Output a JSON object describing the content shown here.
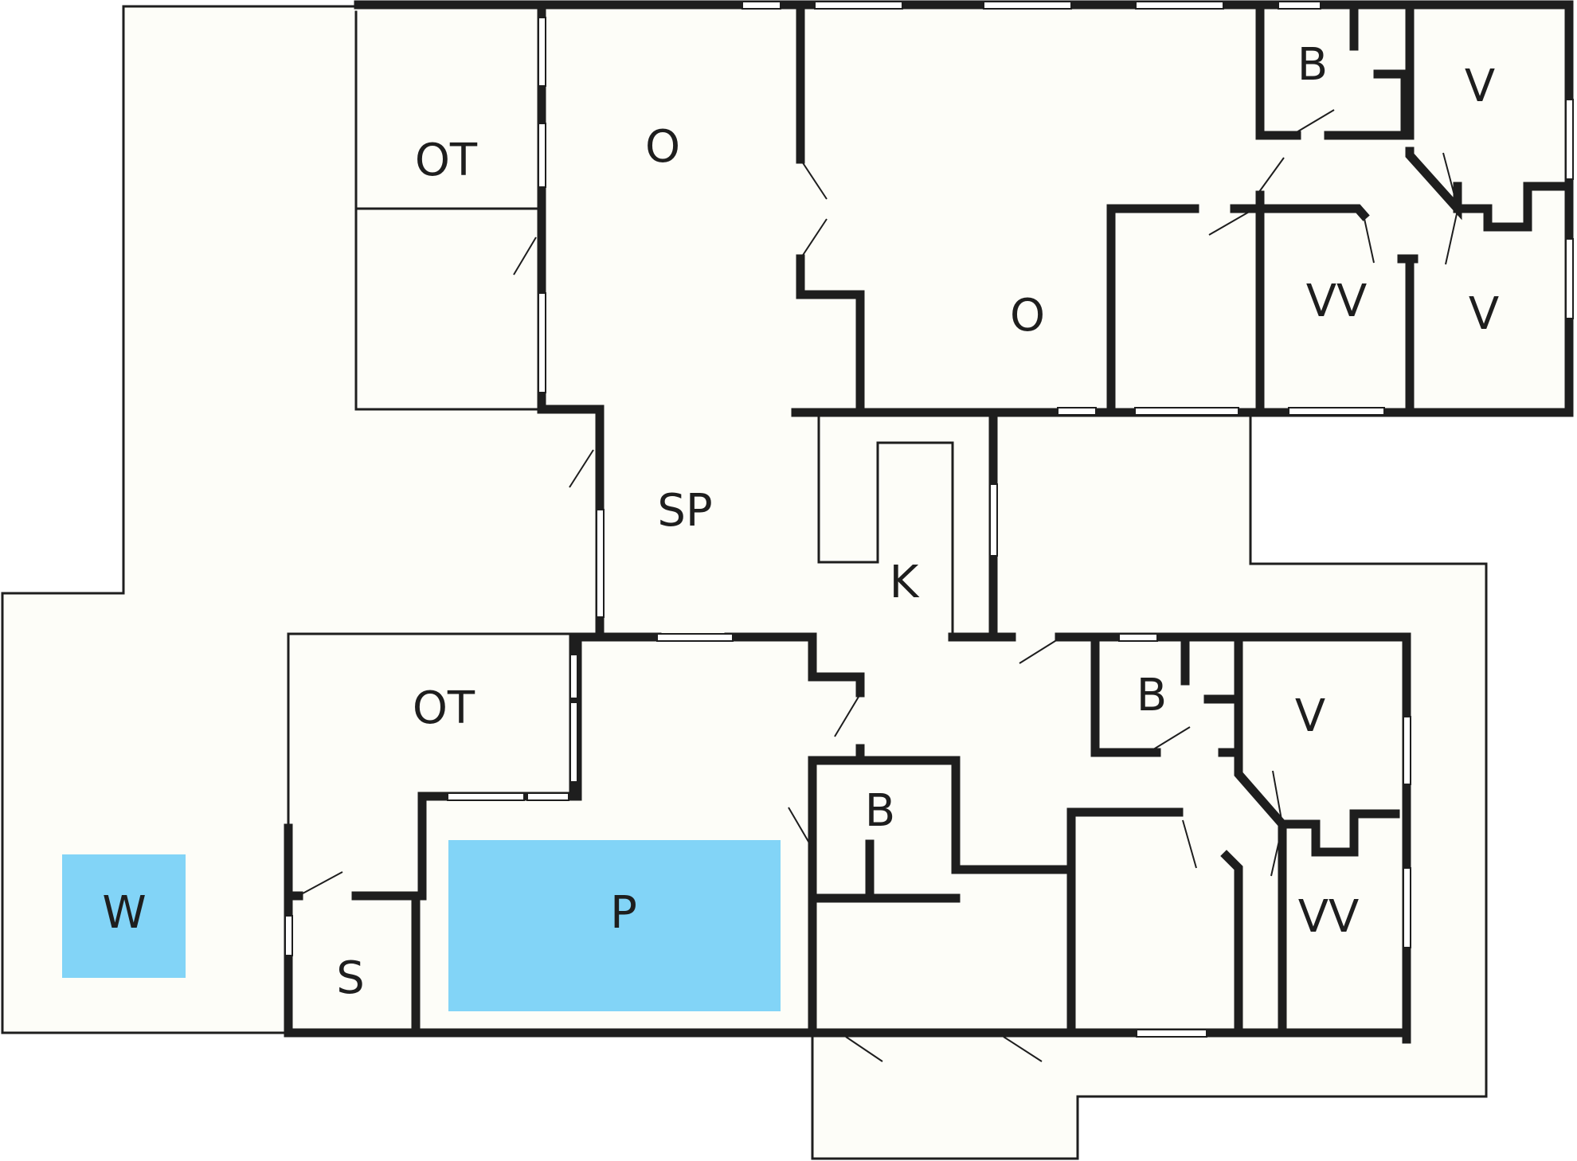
{
  "floorplan": {
    "background_color": "#fdfdf8",
    "wall_color": "#1e1e1e",
    "water_color": "#82d4f7",
    "rooms": [
      {
        "id": "ot_top",
        "label": "OT"
      },
      {
        "id": "o_left",
        "label": "O"
      },
      {
        "id": "o_right",
        "label": "O"
      },
      {
        "id": "b_top",
        "label": "B"
      },
      {
        "id": "v_top1",
        "label": "V"
      },
      {
        "id": "vv_top",
        "label": "VV"
      },
      {
        "id": "v_top2",
        "label": "V"
      },
      {
        "id": "sp",
        "label": "SP"
      },
      {
        "id": "k",
        "label": "K"
      },
      {
        "id": "ot_bottom",
        "label": "OT"
      },
      {
        "id": "b_mid",
        "label": "B"
      },
      {
        "id": "v_mid",
        "label": "V"
      },
      {
        "id": "b_low",
        "label": "B"
      },
      {
        "id": "vv_bottom",
        "label": "VV"
      },
      {
        "id": "s",
        "label": "S"
      },
      {
        "id": "w",
        "label": "W"
      },
      {
        "id": "p",
        "label": "P"
      }
    ]
  }
}
